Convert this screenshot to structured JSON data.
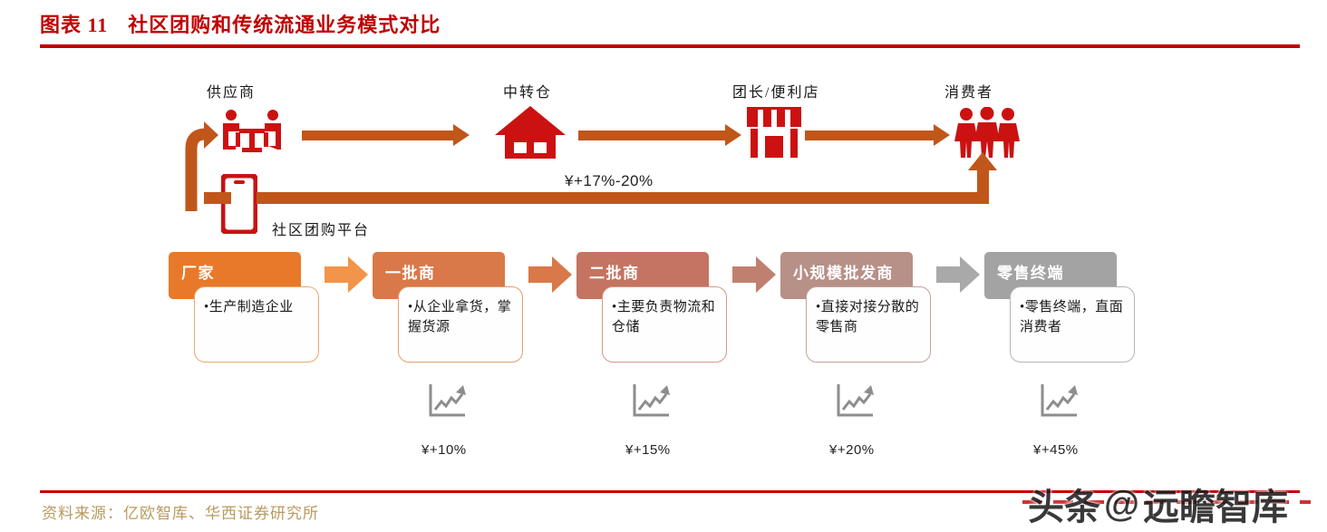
{
  "header": {
    "figure_number": "图表 11",
    "title": "社区团购和传统流通业务模式对比",
    "accent_color": "#C00000"
  },
  "top_flow": {
    "nodes": [
      {
        "label": "供应商",
        "icon": "people-meeting-icon"
      },
      {
        "label": "中转仓",
        "icon": "warehouse-house-icon"
      },
      {
        "label": "团长/便利店",
        "icon": "storefront-icon"
      },
      {
        "label": "消费者",
        "icon": "people-group-icon"
      }
    ],
    "platform_label": "社区团购平台",
    "platform_icon": "smartphone-icon",
    "markup_label": "¥+17%-20%",
    "arrow_color": "#C0561A",
    "icon_color": "#CC1111"
  },
  "chain": {
    "nodes": [
      {
        "title": "厂家",
        "desc": "生产制造企业",
        "header_color": "#E8792B",
        "body_border": "#E8A96F",
        "arrow_color": "#F29449"
      },
      {
        "title": "一批商",
        "desc": "从企业拿货，掌握货源",
        "header_color": "#D97848",
        "body_border": "#E0A070",
        "arrow_color": "#D97848"
      },
      {
        "title": "二批商",
        "desc": "主要负责物流和仓储",
        "header_color": "#C47461",
        "body_border": "#D49A86",
        "arrow_color": "#C08070"
      },
      {
        "title": "小规模批发商",
        "desc": "直接对接分散的零售商",
        "header_color": "#B79087",
        "body_border": "#C3A39A",
        "arrow_color": "#A9A9A9"
      },
      {
        "title": "零售终端",
        "desc": "零售终端，直面消费者",
        "header_color": "#A3A3A3",
        "body_border": "#B5B5B5",
        "arrow_color": "#A9A9A9"
      }
    ],
    "bullet": "•"
  },
  "markups": [
    {
      "value": "¥+10%",
      "icon": "trend-up-chart-icon"
    },
    {
      "value": "¥+15%",
      "icon": "trend-up-chart-icon"
    },
    {
      "value": "¥+20%",
      "icon": "trend-up-chart-icon"
    },
    {
      "value": "¥+45%",
      "icon": "trend-up-chart-icon"
    }
  ],
  "footer": {
    "source": "资料来源：亿欧智库、华西证券研究所",
    "color": "#B89A5E"
  },
  "watermark": {
    "brand": "头条",
    "at": "@",
    "account": "远瞻智库"
  }
}
